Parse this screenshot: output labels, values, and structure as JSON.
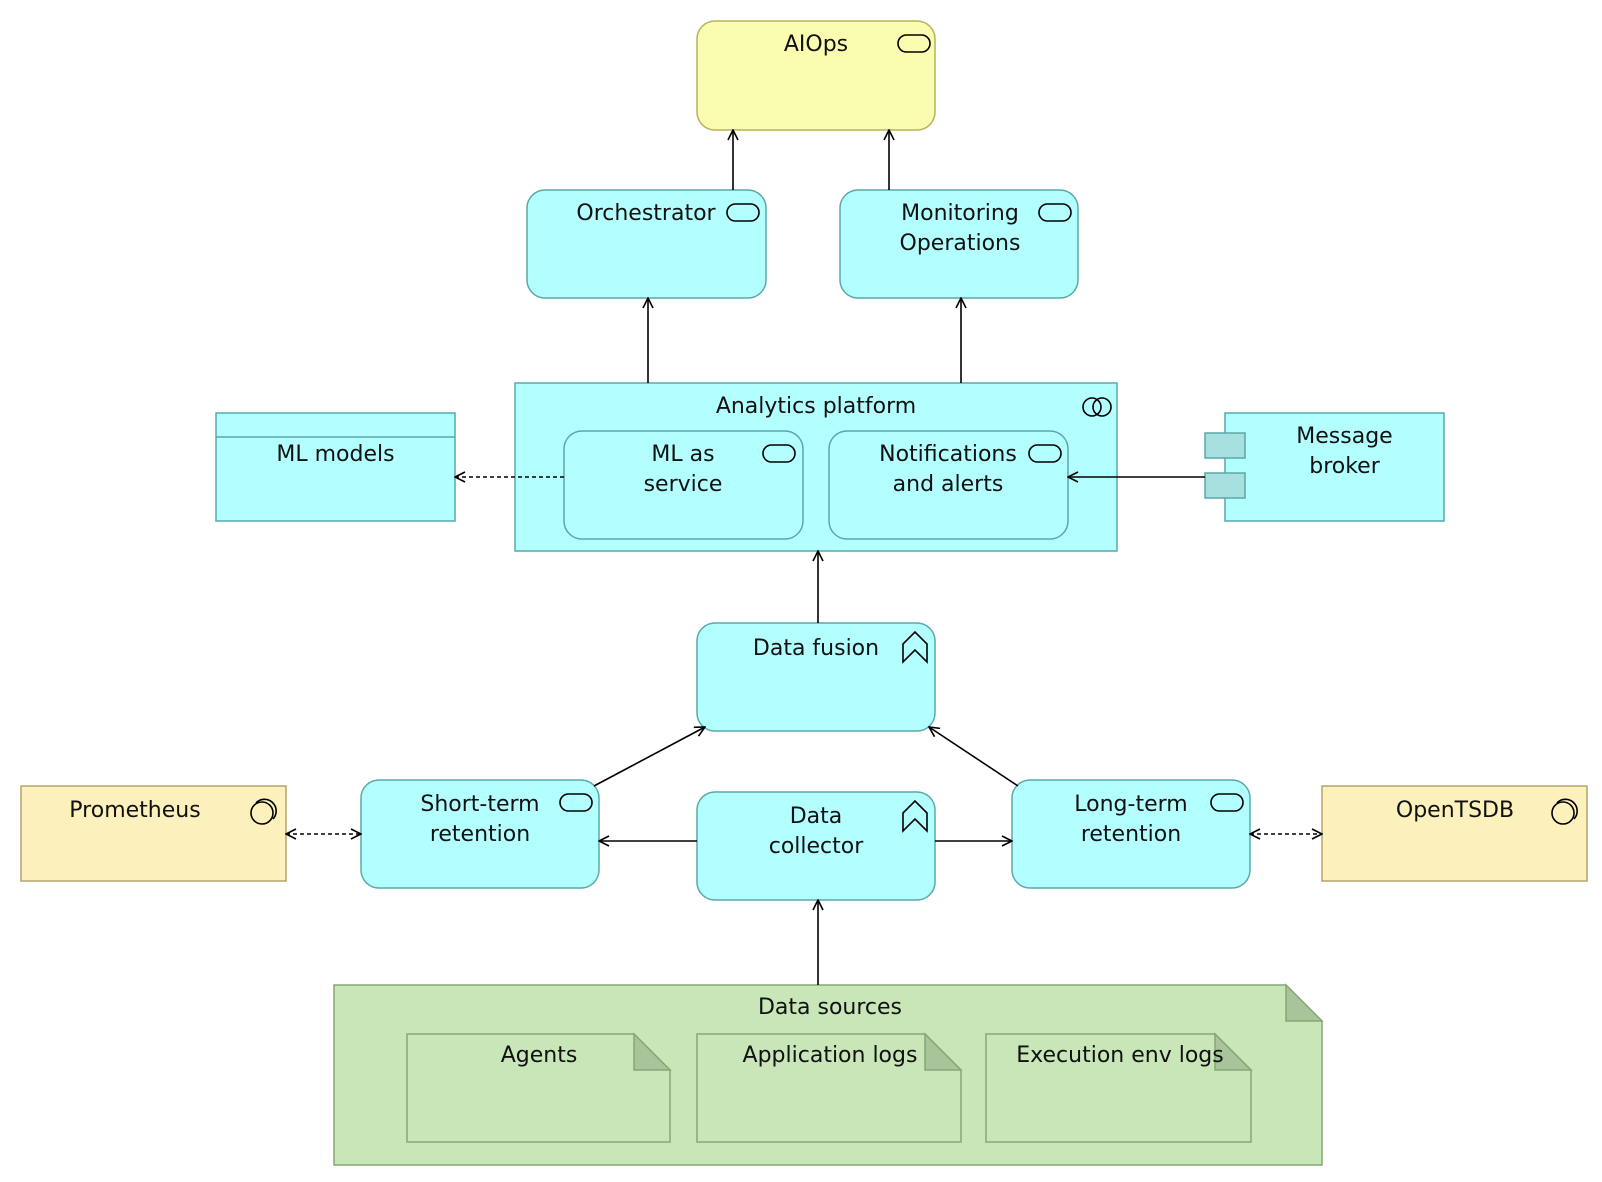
{
  "colors": {
    "business": "#fafcb0",
    "business_stroke": "#b4b45a",
    "application": "#b3ffff",
    "application_stroke": "#5aa8a8",
    "technology": "#fcf0bd",
    "technology_stroke": "#b4a66a",
    "data_source": "#c8e6b8",
    "data_source_stroke": "#84a872",
    "arrow": "#000000"
  },
  "nodes": {
    "aiops": {
      "label": "AIOps",
      "icon": "service-icon"
    },
    "orchestrator": {
      "label": "Orchestrator",
      "icon": "service-icon"
    },
    "monitoring": {
      "label_1": "Monitoring",
      "label_2": "Operations",
      "icon": "service-icon"
    },
    "analytics_platform": {
      "label": "Analytics platform",
      "icon": "collaboration-icon"
    },
    "ml_service": {
      "label_1": "ML as",
      "label_2": "service",
      "icon": "service-icon"
    },
    "notifications": {
      "label_1": "Notifications",
      "label_2": "and alerts",
      "icon": "service-icon"
    },
    "ml_models": {
      "label": "ML models"
    },
    "message_broker": {
      "label_1": "Message",
      "label_2": "broker",
      "icon": "component-icon"
    },
    "data_fusion": {
      "label": "Data fusion",
      "icon": "function-icon"
    },
    "short_term": {
      "label_1": "Short-term",
      "label_2": "retention",
      "icon": "service-icon"
    },
    "data_collector": {
      "label_1": "Data",
      "label_2": "collector",
      "icon": "function-icon"
    },
    "long_term": {
      "label_1": "Long-term",
      "label_2": "retention",
      "icon": "service-icon"
    },
    "prometheus": {
      "label": "Prometheus",
      "icon": "system-software-icon"
    },
    "opentsdb": {
      "label": "OpenTSDB",
      "icon": "system-software-icon"
    },
    "data_sources": {
      "label": "Data sources"
    },
    "agents": {
      "label": "Agents"
    },
    "app_logs": {
      "label": "Application logs"
    },
    "exec_logs": {
      "label": "Execution env logs"
    }
  }
}
